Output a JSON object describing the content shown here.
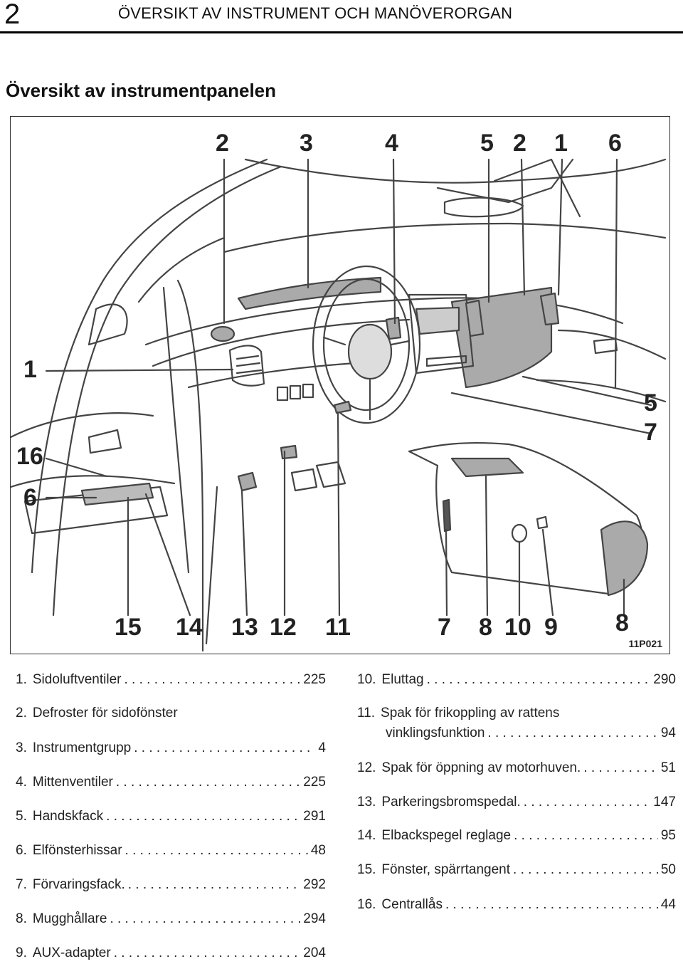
{
  "header": {
    "page_number": "2",
    "section_title": "ÖVERSIKT AV INSTRUMENT OCH MANÖVERORGAN"
  },
  "page_title": "Översikt av instrumentpanelen",
  "figure": {
    "code": "11P021",
    "callouts": [
      "2",
      "3",
      "4",
      "5",
      "2",
      "1",
      "6",
      "1",
      "16",
      "6",
      "5",
      "7",
      "15",
      "14",
      "13",
      "12",
      "11",
      "7",
      "8",
      "10",
      "9",
      "8"
    ]
  },
  "legend_left": [
    {
      "num": "1.",
      "label": "Sidoluftventiler",
      "page": "225"
    },
    {
      "num": "2.",
      "label": "Defroster för sidofönster",
      "page": ""
    },
    {
      "num": "3.",
      "label": "Instrumentgrupp",
      "page": "4"
    },
    {
      "num": "4.",
      "label": "Mittenventiler",
      "page": "225"
    },
    {
      "num": "5.",
      "label": "Handskfack",
      "page": "291"
    },
    {
      "num": "6.",
      "label": "Elfönsterhissar",
      "page": "48"
    },
    {
      "num": "7.",
      "label": "Förvaringsfack.",
      "page": "292"
    },
    {
      "num": "8.",
      "label": "Mugghållare",
      "page": "294"
    },
    {
      "num": "9.",
      "label": "AUX-adapter",
      "page": "204"
    }
  ],
  "legend_right": [
    {
      "num": "10.",
      "label": "Eluttag",
      "page": "290"
    },
    {
      "num": "11.",
      "label": "Spak för frikoppling av rattens",
      "label2": "vinklingsfunktion",
      "page": "94"
    },
    {
      "num": "12.",
      "label": "Spak för öppning av motorhuven.",
      "page": "51"
    },
    {
      "num": "13.",
      "label": "Parkeringsbromspedal.",
      "page": "147"
    },
    {
      "num": "14.",
      "label": "Elbackspegel reglage",
      "page": "95"
    },
    {
      "num": "15.",
      "label": "Fönster, spärrtangent",
      "page": "50"
    },
    {
      "num": "16.",
      "label": "Centrallås",
      "page": "44"
    }
  ]
}
